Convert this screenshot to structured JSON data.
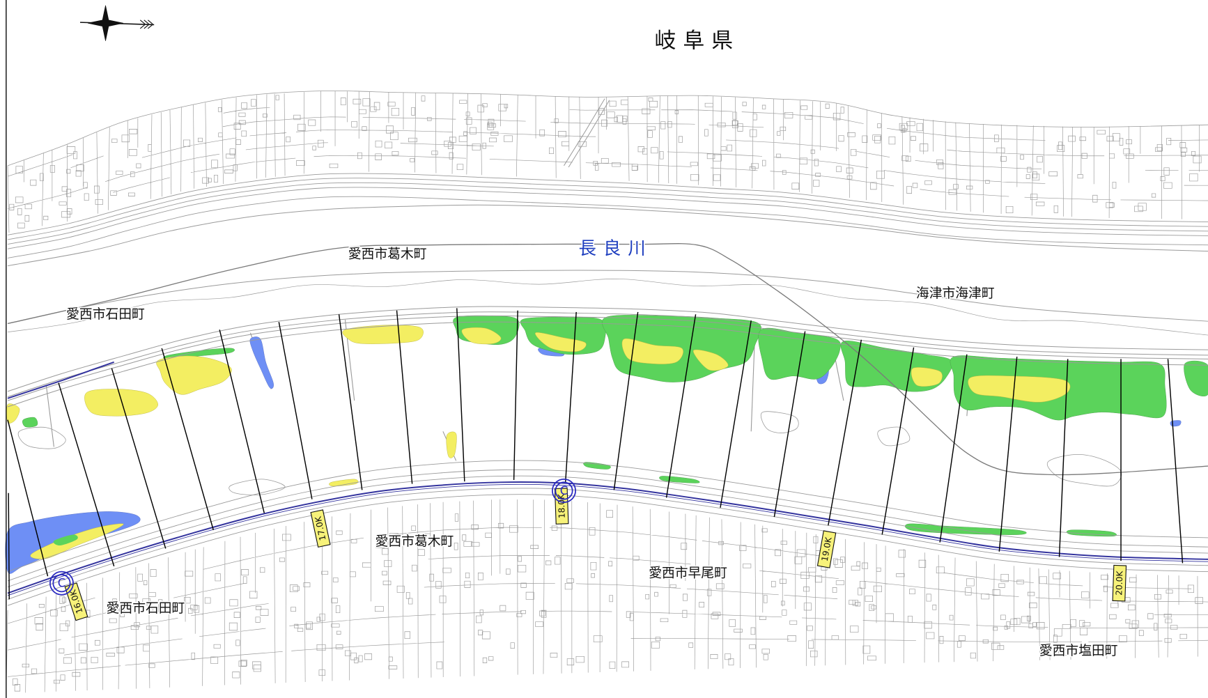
{
  "map": {
    "prefecture_label": "岐阜県",
    "river_label": "長良川",
    "place_labels": [
      "愛西市葛木町",
      "愛西市石田町",
      "海津市海津町",
      "愛西市葛木町",
      "愛西市早尾町",
      "愛西市石田町",
      "愛西市塩田町"
    ],
    "distance_markers": [
      "16.0K",
      "17.0K",
      "18.0K",
      "19.0K",
      "20.0K"
    ],
    "control_points": [
      "C",
      "C"
    ]
  },
  "icons": {
    "north_arrow": "north-arrow-icon",
    "control_point": "control-point-icon"
  },
  "colors": {
    "vegetation_green": "#5bd35b",
    "vegetation_yellow": "#f3ee62",
    "water_blue": "#6e8ff5",
    "levee_line": "#33339e",
    "section_line": "#000000",
    "base_line": "#9a9a9a",
    "boundary_line": "#7a7a7a"
  }
}
